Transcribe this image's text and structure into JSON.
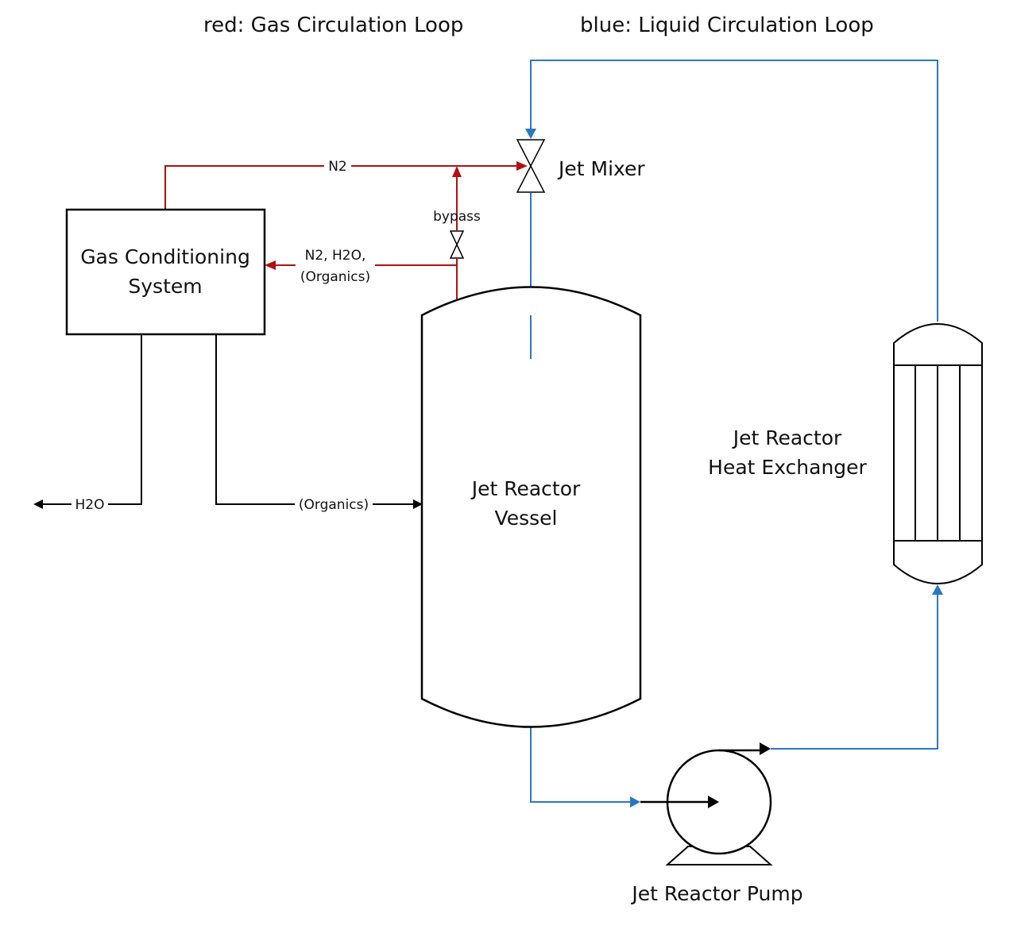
{
  "legend": {
    "gas_loop": "red: Gas Circulation Loop",
    "liquid_loop": "blue: Liquid Circulation Loop"
  },
  "components": {
    "gas_conditioning": {
      "line1": "Gas Conditioning",
      "line2": "System"
    },
    "jet_mixer": "Jet Mixer",
    "vessel": {
      "line1": "Jet Reactor",
      "line2": "Vessel"
    },
    "heat_exchanger": {
      "line1": "Jet Reactor",
      "line2": "Heat Exchanger"
    },
    "pump": "Jet Reactor Pump"
  },
  "streams": {
    "n2": "N2",
    "bypass": "bypass",
    "return_line1": "N2, H2O,",
    "return_line2": "(Organics)",
    "h2o": "H2O",
    "organics": "(Organics)"
  },
  "colors": {
    "gas_loop": "#b01010",
    "liquid_loop": "#2a78c2",
    "equipment": "#000000"
  }
}
